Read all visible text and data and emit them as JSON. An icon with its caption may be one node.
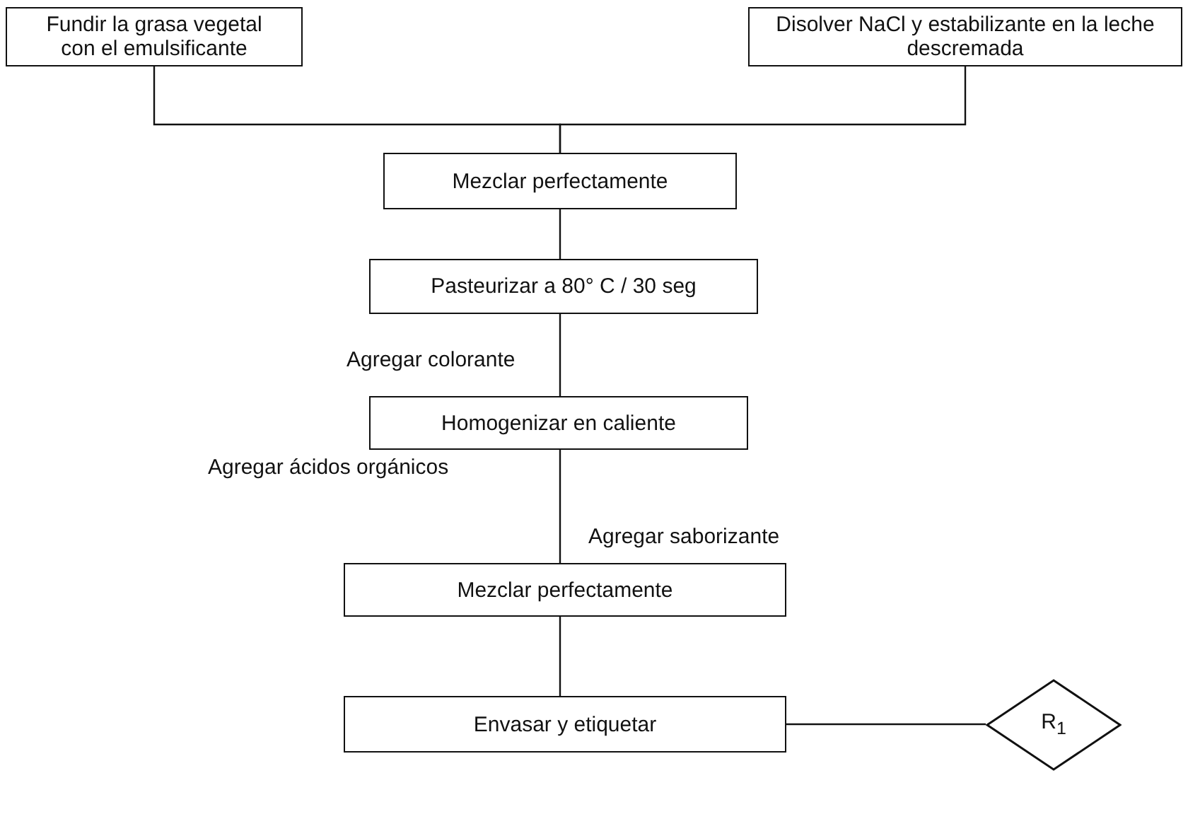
{
  "diagram": {
    "nodes": [
      {
        "text": [
          "Fundir la grasa vegetal con el emulsificante"
        ]
      },
      {
        "text": [
          "Disolver NaCl y estabilizante en la leche descremada"
        ]
      },
      {
        "text": [
          "Mezclar perfectamente"
        ]
      },
      {
        "text": [
          "Pasteurizar a 80° C / 30 seg"
        ]
      },
      {
        "text": [
          "Homogenizar en caliente"
        ]
      },
      {
        "text": [
          "Mezclar perfectamente"
        ]
      },
      {
        "text": [
          "Envasar y etiquetar"
        ]
      },
      {
        "text": [
          "R$_{1}$"
        ]
      }
    ],
    "edges": [
      {
        "from": 0,
        "to": 2,
        "arrow": "none"
      },
      {
        "from": 1,
        "to": 2,
        "arrow": "none"
      },
      {
        "from": 2,
        "to": 3,
        "arrow": "none"
      },
      {
        "from": 3,
        "to": 4,
        "arrow": "none"
      },
      {
        "from": 4,
        "to": 5,
        "arrow": "none"
      },
      {
        "from": 5,
        "to": 6,
        "arrow": "none"
      },
      {
        "from": 6,
        "to": 7,
        "arrow": "none"
      }
    ],
    "labels": [
      "Agregar colorante",
      "Agregar ácidos orgánicos",
      "Agregar saborizante"
    ]
  }
}
